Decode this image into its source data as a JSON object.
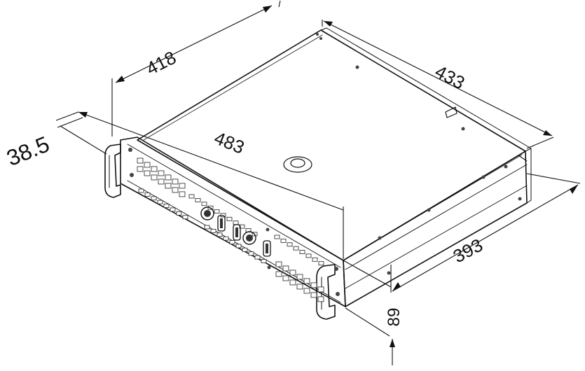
{
  "drawing": {
    "subject": "2U rack-mount unit isometric dimension drawing",
    "dimensions": [
      {
        "id": "top-depth",
        "label": "418"
      },
      {
        "id": "side-depth",
        "label": "433"
      },
      {
        "id": "front-width",
        "label": "483"
      },
      {
        "id": "front-height",
        "label": "38.5"
      },
      {
        "id": "inner-depth",
        "label": "393"
      },
      {
        "id": "total-height",
        "label": "89"
      }
    ],
    "line_color": "#111111",
    "background": "#ffffff",
    "accent_marks": "#cc3366"
  }
}
